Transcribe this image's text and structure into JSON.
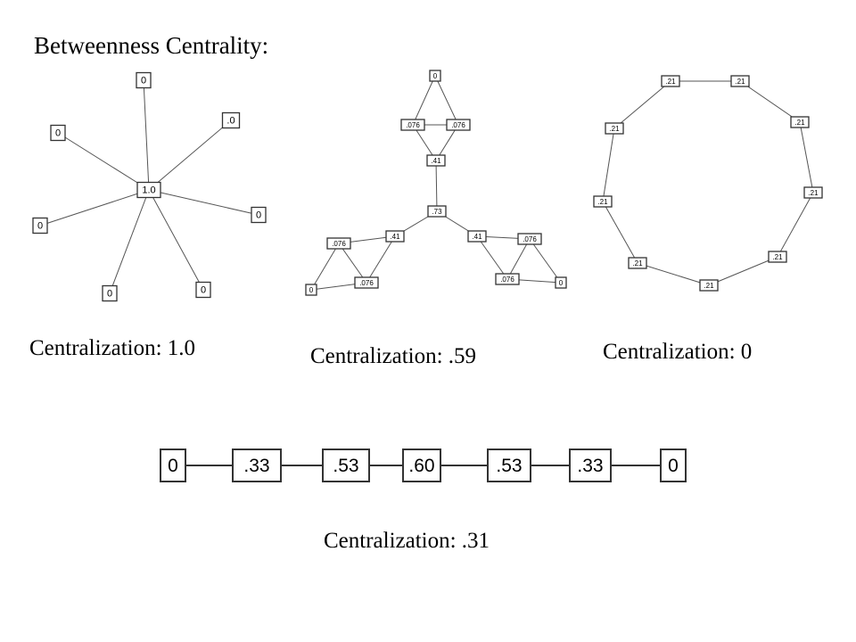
{
  "title": "Betweenness Centrality:",
  "graphs": [
    {
      "caption": "Centralization: 1.0",
      "nodes": [
        "1.0",
        "0",
        ".0",
        "0",
        "0",
        "0",
        "0",
        "0"
      ]
    },
    {
      "caption": "Centralization: .59",
      "nodes": [
        ".73",
        ".41",
        "0",
        ".076",
        ".076",
        ".41",
        ".076",
        "0",
        ".076",
        ".41",
        ".076",
        "0",
        ".076"
      ]
    },
    {
      "caption": "Centralization: 0",
      "nodes": [
        ".21",
        ".21",
        ".21",
        ".21",
        ".21",
        ".21",
        ".21",
        ".21",
        ".21"
      ]
    },
    {
      "caption": "Centralization: .31",
      "nodes": [
        "0",
        ".33",
        ".53",
        ".60",
        ".53",
        ".33",
        "0"
      ]
    }
  ]
}
